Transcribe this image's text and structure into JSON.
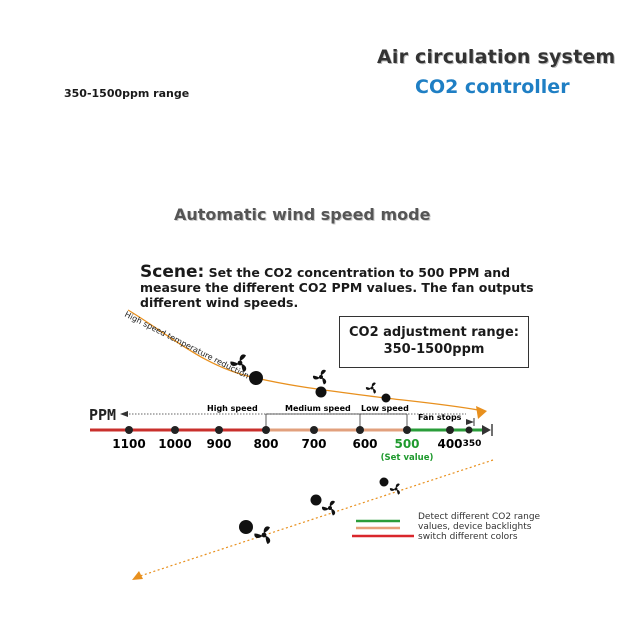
{
  "header": {
    "title": "Air circulation system",
    "subtitle": "CO2 controller",
    "range_note": "350-1500ppm range"
  },
  "mode_title": "Automatic wind speed mode",
  "scene": {
    "label": "Scene:",
    "text": " Set the CO2 concentration to 500 PPM and measure the different CO2 PPM values. The fan outputs different wind speeds."
  },
  "range_box": {
    "title": "CO2 adjustment range:",
    "value": "350-1500ppm"
  },
  "curve_label": "High speed temperature reduction",
  "axis": {
    "unit": "PPM",
    "ticks": [
      "1100",
      "1000",
      "900",
      "800",
      "700",
      "600",
      "500",
      "400",
      "350"
    ],
    "set_value_label": "(Set value)"
  },
  "zones": [
    "High speed",
    "Medium speed",
    "Low speed",
    "Fan stops"
  ],
  "legend": {
    "lines": [
      "Detect different CO2 range",
      "values, device backlights",
      "switch different colors"
    ],
    "colors": [
      "#2a9d3a",
      "#e6a07a",
      "#d9262b"
    ]
  },
  "colors": {
    "set_value": "#1f9a2e",
    "curve": "#e8901e",
    "high_segment": "#c9302c",
    "medium_segment": "#e2a07d",
    "low_segment": "#2a9d3a",
    "subtitle": "#1f7fc4"
  },
  "icons": [
    "fan-icon"
  ]
}
